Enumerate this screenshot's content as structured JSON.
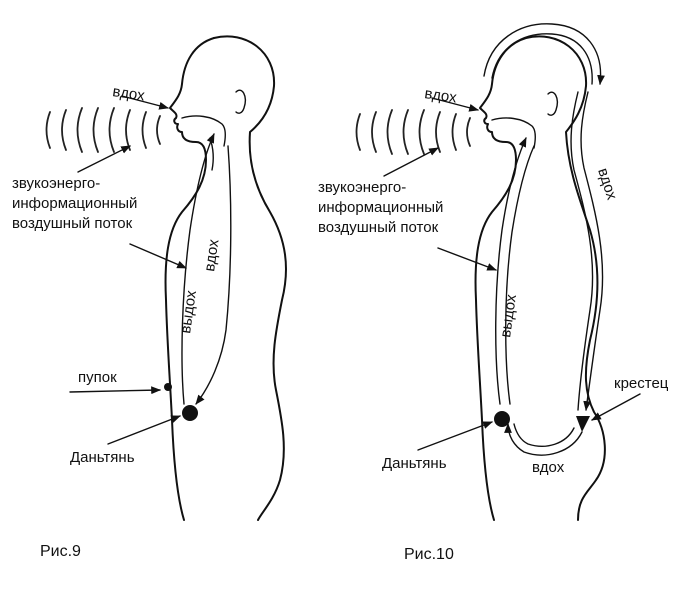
{
  "figure9": {
    "caption": "Рис.9",
    "inhale_top": "вдох",
    "flow_line1": "звукоэнерго-",
    "flow_line2": "информационный",
    "flow_line3": "воздушный поток",
    "inhale_vertical": "вдох",
    "exhale_vertical": "выдох",
    "navel": "пупок",
    "dantian": "Даньтянь"
  },
  "figure10": {
    "caption": "Рис.10",
    "inhale_top": "вдох",
    "flow_line1": "звукоэнерго-",
    "flow_line2": "информационный",
    "flow_line3": "воздушный поток",
    "inhale_back": "вдох",
    "exhale_vertical": "выдох",
    "sacrum": "крестец",
    "dantian": "Даньтянь",
    "inhale_bottom": "вдох"
  }
}
